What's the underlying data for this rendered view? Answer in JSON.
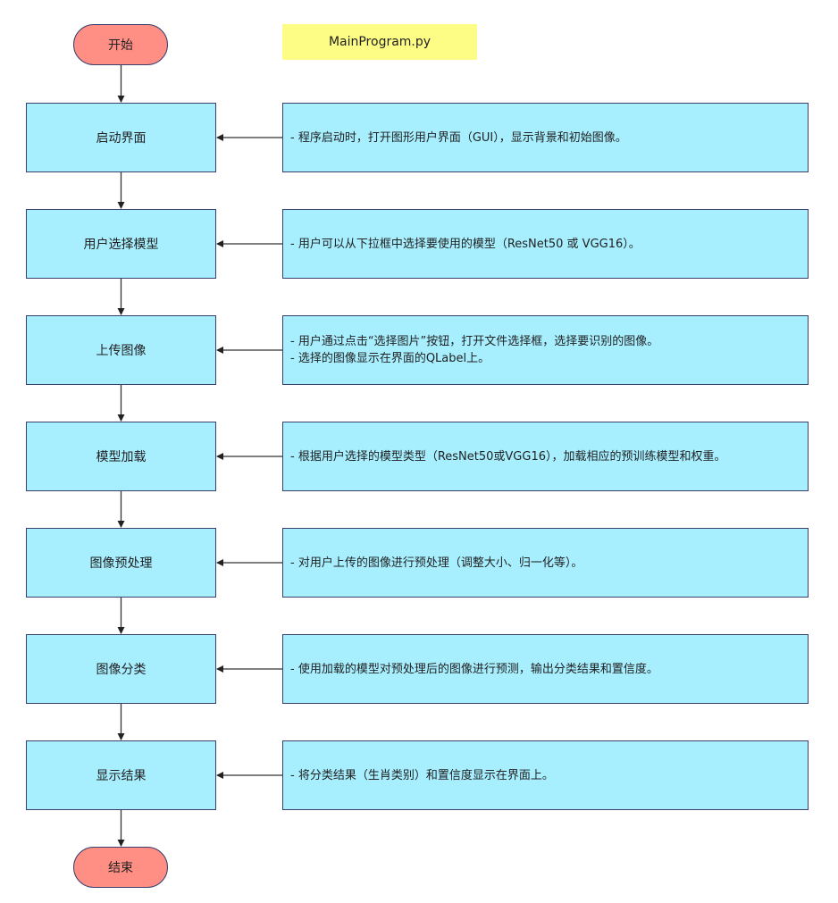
{
  "title": "MainProgram.py",
  "start": "开始",
  "end": "结束",
  "colors": {
    "terminal": "#ff8f85",
    "process": "#a7efff",
    "title": "#fdfd85",
    "stroke": "#3a3f6e"
  },
  "steps": [
    {
      "label": "启动界面",
      "desc": [
        "- 程序启动时，打开图形用户界面（GUI），显示背景和初始图像。"
      ]
    },
    {
      "label": "用户选择模型",
      "desc": [
        "- 用户可以从下拉框中选择要使用的模型（ResNet50 或 VGG16）。"
      ]
    },
    {
      "label": "上传图像",
      "desc": [
        "- 用户通过点击“选择图片”按钮，打开文件选择框，选择要识别的图像。",
        "- 选择的图像显示在界面的QLabel上。"
      ]
    },
    {
      "label": "模型加载",
      "desc": [
        "- 根据用户选择的模型类型（ResNet50或VGG16），加载相应的预训练模型和权重。"
      ]
    },
    {
      "label": "图像预处理",
      "desc": [
        "- 对用户上传的图像进行预处理（调整大小、归一化等）。"
      ]
    },
    {
      "label": "图像分类",
      "desc": [
        "- 使用加载的模型对预处理后的图像进行预测，输出分类结果和置信度。"
      ]
    },
    {
      "label": "显示结果",
      "desc": [
        "- 将分类结果（生肖类别）和置信度显示在界面上。"
      ]
    }
  ]
}
